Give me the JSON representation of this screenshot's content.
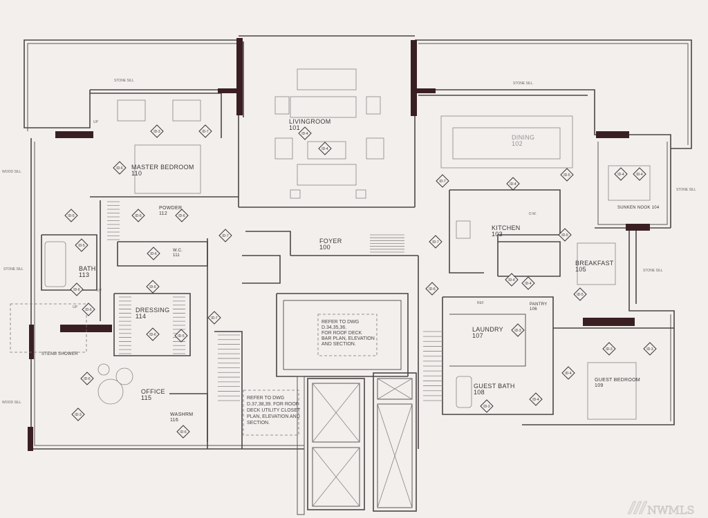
{
  "title": "Floor Plan",
  "rooms": {
    "foyer": {
      "name": "FOYER",
      "num": "100"
    },
    "living": {
      "name": "LIVINGROOM",
      "num": "101"
    },
    "dining": {
      "name": "DINING",
      "num": "102"
    },
    "kitchen": {
      "name": "KITCHEN",
      "num": "103"
    },
    "nook": {
      "name": "SUNKEN NOOK",
      "num": "104"
    },
    "breakfast": {
      "name": "BREAKFAST",
      "num": "105"
    },
    "pantry": {
      "name": "PANTRY",
      "num": "106"
    },
    "laundry": {
      "name": "LAUNDRY",
      "num": "107"
    },
    "guest_bath": {
      "name": "GUEST BATH",
      "num": "108"
    },
    "guest_bedroom": {
      "name": "GUEST BEDROOM",
      "num": "109"
    },
    "master": {
      "name": "MASTER BEDROOM",
      "num": "110"
    },
    "wc": {
      "name": "W.C.",
      "num": "111"
    },
    "powder": {
      "name": "POWDER",
      "num": "112"
    },
    "bath": {
      "name": "BATH",
      "num": "113"
    },
    "dressing": {
      "name": "DRESSING",
      "num": "114"
    },
    "office": {
      "name": "OFFICE",
      "num": "115"
    },
    "washrm": {
      "name": "WASHRM",
      "num": "116"
    },
    "steam": {
      "name": "STEAM SHOWER"
    }
  },
  "notes": {
    "bar": [
      "REFER TO DWG",
      "D.34,35,36.",
      "FOR ROOF DECK",
      "BAR PLAN, ELEVATION",
      "AND SECTION."
    ],
    "closet": [
      "REFER TO DWG",
      "D.37,38,39. FOR ROOF",
      "DECK UTILITY CLOSET",
      "PLAN, ELEVATION AND",
      "SECTION."
    ]
  },
  "labels": {
    "stone_sill": "STONE SILL",
    "wood_sill": "WOOD SILL",
    "up": "UP",
    "ref": "REF",
    "dw": "D.W."
  },
  "tags": [
    "ID-3",
    "ID-7",
    "ID-6",
    "ID-5",
    "ID-6",
    "ID-6",
    "ID-6",
    "ID-5",
    "ID-7",
    "ID-6",
    "ID-6",
    "ID-6",
    "ID-6",
    "ID-6",
    "ID-5",
    "ID-3",
    "ID-6",
    "ID-7",
    "ID-4",
    "ID-4",
    "ID-7",
    "ID-4",
    "ID-5",
    "ID-4",
    "ID-4",
    "ID-5",
    "ID-5",
    "ID-4",
    "ID-4",
    "ID-3",
    "ID-3",
    "ID-4",
    "ID-3",
    "ID-3",
    "ID-4",
    "ID-7",
    "ID-6"
  ],
  "watermark": "NWMLS"
}
